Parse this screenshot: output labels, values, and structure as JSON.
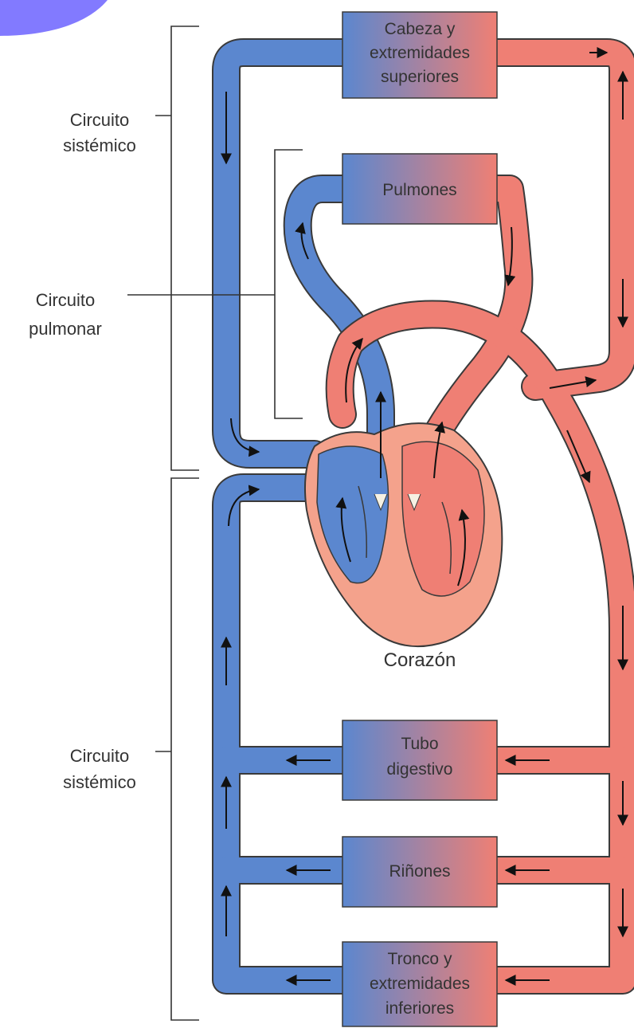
{
  "colors": {
    "venous": "#5b87cf",
    "arterial": "#ef7f74",
    "outline": "#3a3a3a",
    "corner_accent": "#6c63ff"
  },
  "organs": {
    "head": [
      "Cabeza y",
      "extremidades",
      "superiores"
    ],
    "lungs": [
      "Pulmones"
    ],
    "digestive": [
      "Tubo",
      "digestivo"
    ],
    "kidneys": [
      "Riñones"
    ],
    "trunk": [
      "Tronco y",
      "extremidades",
      "inferiores"
    ]
  },
  "labels": {
    "systemic_top": [
      "Circuito",
      "sistémico"
    ],
    "pulmonary": [
      "Circuito",
      "pulmonar"
    ],
    "systemic_bottom": [
      "Circuito",
      "sistémico"
    ],
    "heart": "Corazón"
  }
}
